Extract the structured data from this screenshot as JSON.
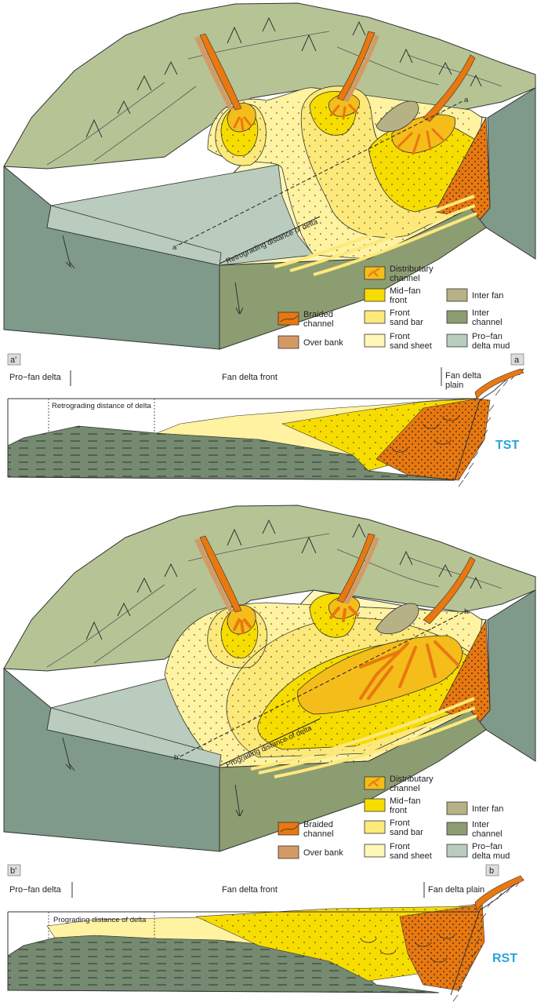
{
  "colors": {
    "hills": "#b6c495",
    "hills_dark": "#8fa06f",
    "wall": "#7f9a8a",
    "prodelta_mud": "#b9ccbd",
    "sand_sheet": "#fff7b8",
    "sand_bar": "#fde97a",
    "mid_fan": "#f7dc00",
    "distributary": "#f4bd1a",
    "braided": "#e8780f",
    "over_bank": "#d49a66",
    "inter_fan": "#b7b186",
    "inter_channel": "#8d9d72",
    "dark_mud": "#758a70",
    "accent_blue": "#2aa3dc"
  },
  "legend": {
    "distributary": "Distributary\nchannel",
    "midfan": "Mid−fan\nfront",
    "interfan": "Inter fan",
    "braided": "Braided\nchannel",
    "frontbar": "Front\nsand bar",
    "interchannel": "Inter\nchannel",
    "overbank": "Over bank",
    "frontsheet": "Front\nsand sheet",
    "profan": "Pro−fan\ndelta mud"
  },
  "panel1": {
    "a_prime": "a'",
    "a": "a",
    "distance": "Retrograding distance of delta",
    "head_left": "Pro−fan delta",
    "head_mid": "Fan delta front",
    "head_right": "Fan delta\nplain",
    "section_distance": "Retrograding distance of delta",
    "tag": "TST"
  },
  "panel2": {
    "b_prime": "b'",
    "b": "b",
    "distance": "Prograding distance of delta",
    "head_left": "Pro−fan delta",
    "head_mid": "Fan delta front",
    "head_right": "Fan delta plain",
    "section_distance": "Prograding distance of delta",
    "tag": "RST"
  }
}
